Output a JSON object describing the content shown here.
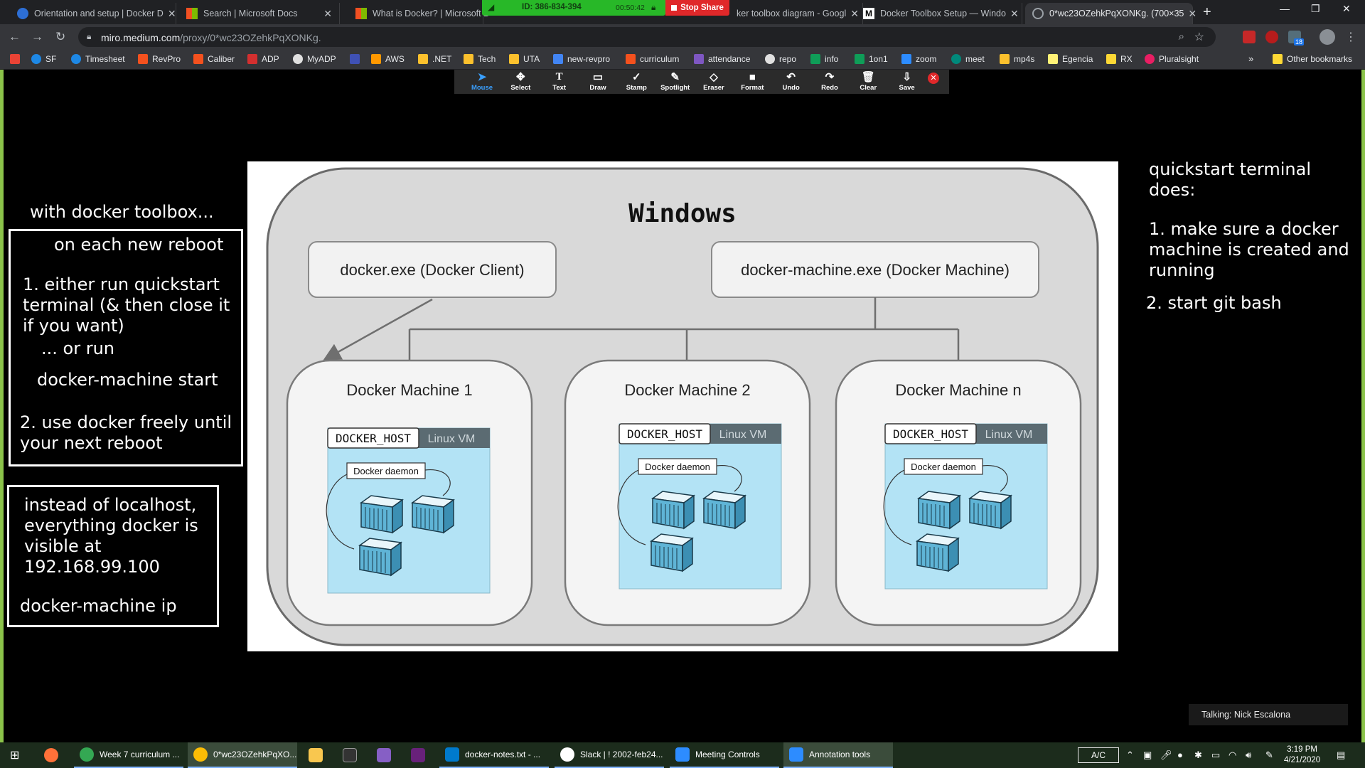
{
  "browser": {
    "tabs": [
      {
        "title": "Orientation and setup | Docker D",
        "active": false
      },
      {
        "title": "Search | Microsoft Docs",
        "active": false
      },
      {
        "title": "What is Docker? | Microsoft D",
        "active": false
      },
      {
        "title": "ker toolbox diagram - Googl",
        "active": false
      },
      {
        "title": "Docker Toolbox Setup — Windo",
        "active": false
      },
      {
        "title": "0*wc23OZehkPqXONKg. (700×35",
        "active": true
      }
    ],
    "new_tab_symbol": "+",
    "url_domain": "miro.medium.com",
    "url_path": "/proxy/0*wc23OZehkPqXONKg.",
    "extension_badge": "18",
    "bookmarks": [
      "SF",
      "Timesheet",
      "RevPro",
      "Caliber",
      "ADP",
      "MyADP",
      "AWS",
      ".NET",
      "Tech",
      "UTA",
      "new-revpro",
      "curriculum",
      "attendance",
      "repo",
      "info",
      "1on1",
      "zoom",
      "meet",
      "mp4s",
      "Egencia",
      "RX",
      "Pluralsight"
    ],
    "bookmarks_overflow": "»",
    "other_bookmarks": "Other bookmarks"
  },
  "zoom": {
    "meeting_id": "ID: 386-834-394",
    "timer": "00:50:42",
    "stop_share": "Stop Share",
    "annotation_tools": [
      "Mouse",
      "Select",
      "Text",
      "Draw",
      "Stamp",
      "Spotlight",
      "Eraser",
      "Format",
      "Undo",
      "Redo",
      "Clear",
      "Save"
    ],
    "active_tool": "Mouse",
    "talking": "Talking: Nick Escalona"
  },
  "notes": {
    "heading": "with docker toolbox...",
    "box1_title": "on each new reboot",
    "box1_step1": "1. either run quickstart terminal (& then close it if you want)",
    "box1_or": "... or run",
    "box1_cmd": "docker-machine start",
    "box1_step2": "2. use docker freely until your next reboot",
    "box2_text": "instead of localhost, everything docker is visible at 192.168.99.100",
    "box2_cmd": "docker-machine ip",
    "right_title": "quickstart terminal does:",
    "right_step1": "1. make sure a docker machine is created and running",
    "right_step2": "2. start git bash"
  },
  "diagram": {
    "title": "Windows",
    "client": "docker.exe (Docker Client)",
    "machine_tool": "docker-machine.exe (Docker Machine)",
    "machines": [
      "Docker Machine 1",
      "Docker Machine 2",
      "Docker Machine n"
    ],
    "host_label": "DOCKER_HOST",
    "vm_label": "Linux VM",
    "daemon_label": "Docker daemon"
  },
  "taskbar": {
    "items": [
      "Week 7 curriculum ...",
      "0*wc23OZehkPqXO...",
      "docker-notes.txt - ...",
      "Slack | ! 2002-feb24...",
      "Meeting Controls",
      "Annotation tools"
    ],
    "ime": "A/C",
    "time": "3:19 PM",
    "date": "4/21/2020"
  },
  "colors": {
    "chrome_dark": "#202124",
    "green_frame": "#8bc34a",
    "zoom_green": "#28b828",
    "stop_red": "#e0282a",
    "vm_blue": "#b3e3f5"
  }
}
